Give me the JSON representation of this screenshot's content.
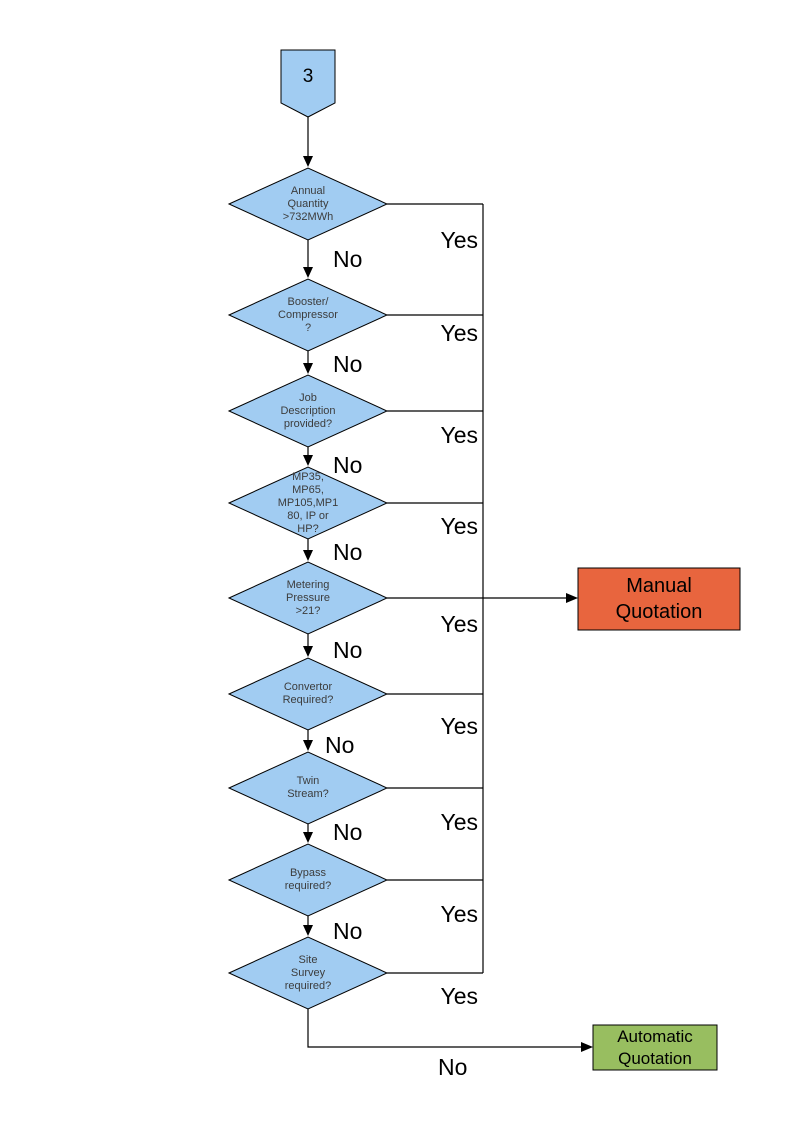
{
  "page": {
    "connector_label": "3"
  },
  "colors": {
    "decision_fill": "#A1CCF2",
    "manual_fill": "#E8653E",
    "automatic_fill": "#98BE60",
    "line": "#000000"
  },
  "decisions": [
    {
      "id": "annual-quantity",
      "label": "Annual\nQuantity\n>732MWh"
    },
    {
      "id": "booster-compressor",
      "label": "Booster/\nCompressor\n?"
    },
    {
      "id": "job-description",
      "label": "Job\nDescription\nprovided?"
    },
    {
      "id": "pressure-tier",
      "label": "MP35,\nMP65,\nMP105,MP1\n80, IP or\nHP?"
    },
    {
      "id": "metering-pressure",
      "label": "Metering\nPressure\n>21?"
    },
    {
      "id": "convertor-required",
      "label": "Convertor\nRequired?"
    },
    {
      "id": "twin-stream",
      "label": "Twin\nStream?"
    },
    {
      "id": "bypass-required",
      "label": "Bypass\nrequired?"
    },
    {
      "id": "site-survey",
      "label": "Site\nSurvey\nrequired?"
    }
  ],
  "outcomes": {
    "manual": {
      "label": "Manual\nQuotation"
    },
    "automatic": {
      "label": "Automatic\nQuotation"
    }
  },
  "edge_labels": {
    "yes": "Yes",
    "no": "No"
  },
  "flow_summary": "Any Yes leads to Manual Quotation; No on final Site Survey decision leads to Automatic Quotation"
}
